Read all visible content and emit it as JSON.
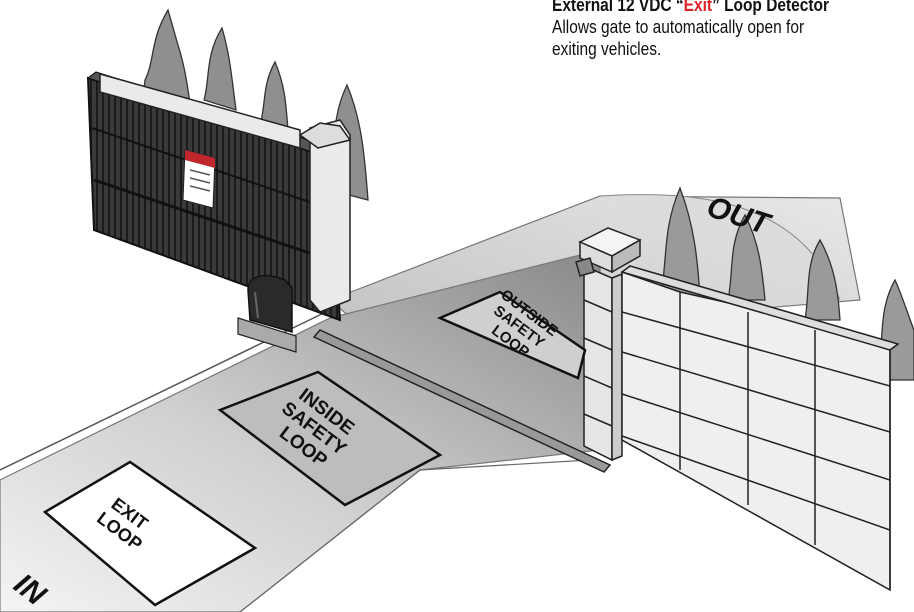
{
  "caption": {
    "title_pre": "External 12 VDC “",
    "title_exit": "Exit",
    "title_post": "” Loop Detector",
    "line2": "Allows gate to automatically open for",
    "line3": "exiting vehicles."
  },
  "loops": {
    "exit": [
      "EXIT",
      "LOOP"
    ],
    "inside": [
      "INSIDE",
      "SAFETY",
      "LOOP"
    ],
    "outside": [
      "OUTSIDE",
      "SAFETY",
      "LOOP"
    ]
  },
  "directions": {
    "in": "IN",
    "out": "OUT"
  },
  "colors": {
    "accent_exit": "#e0232b",
    "pavement": "#c8c8c8",
    "gate": "#2b2b2b",
    "stone": "#e9e9e9",
    "tree": "#8a8a8a"
  }
}
